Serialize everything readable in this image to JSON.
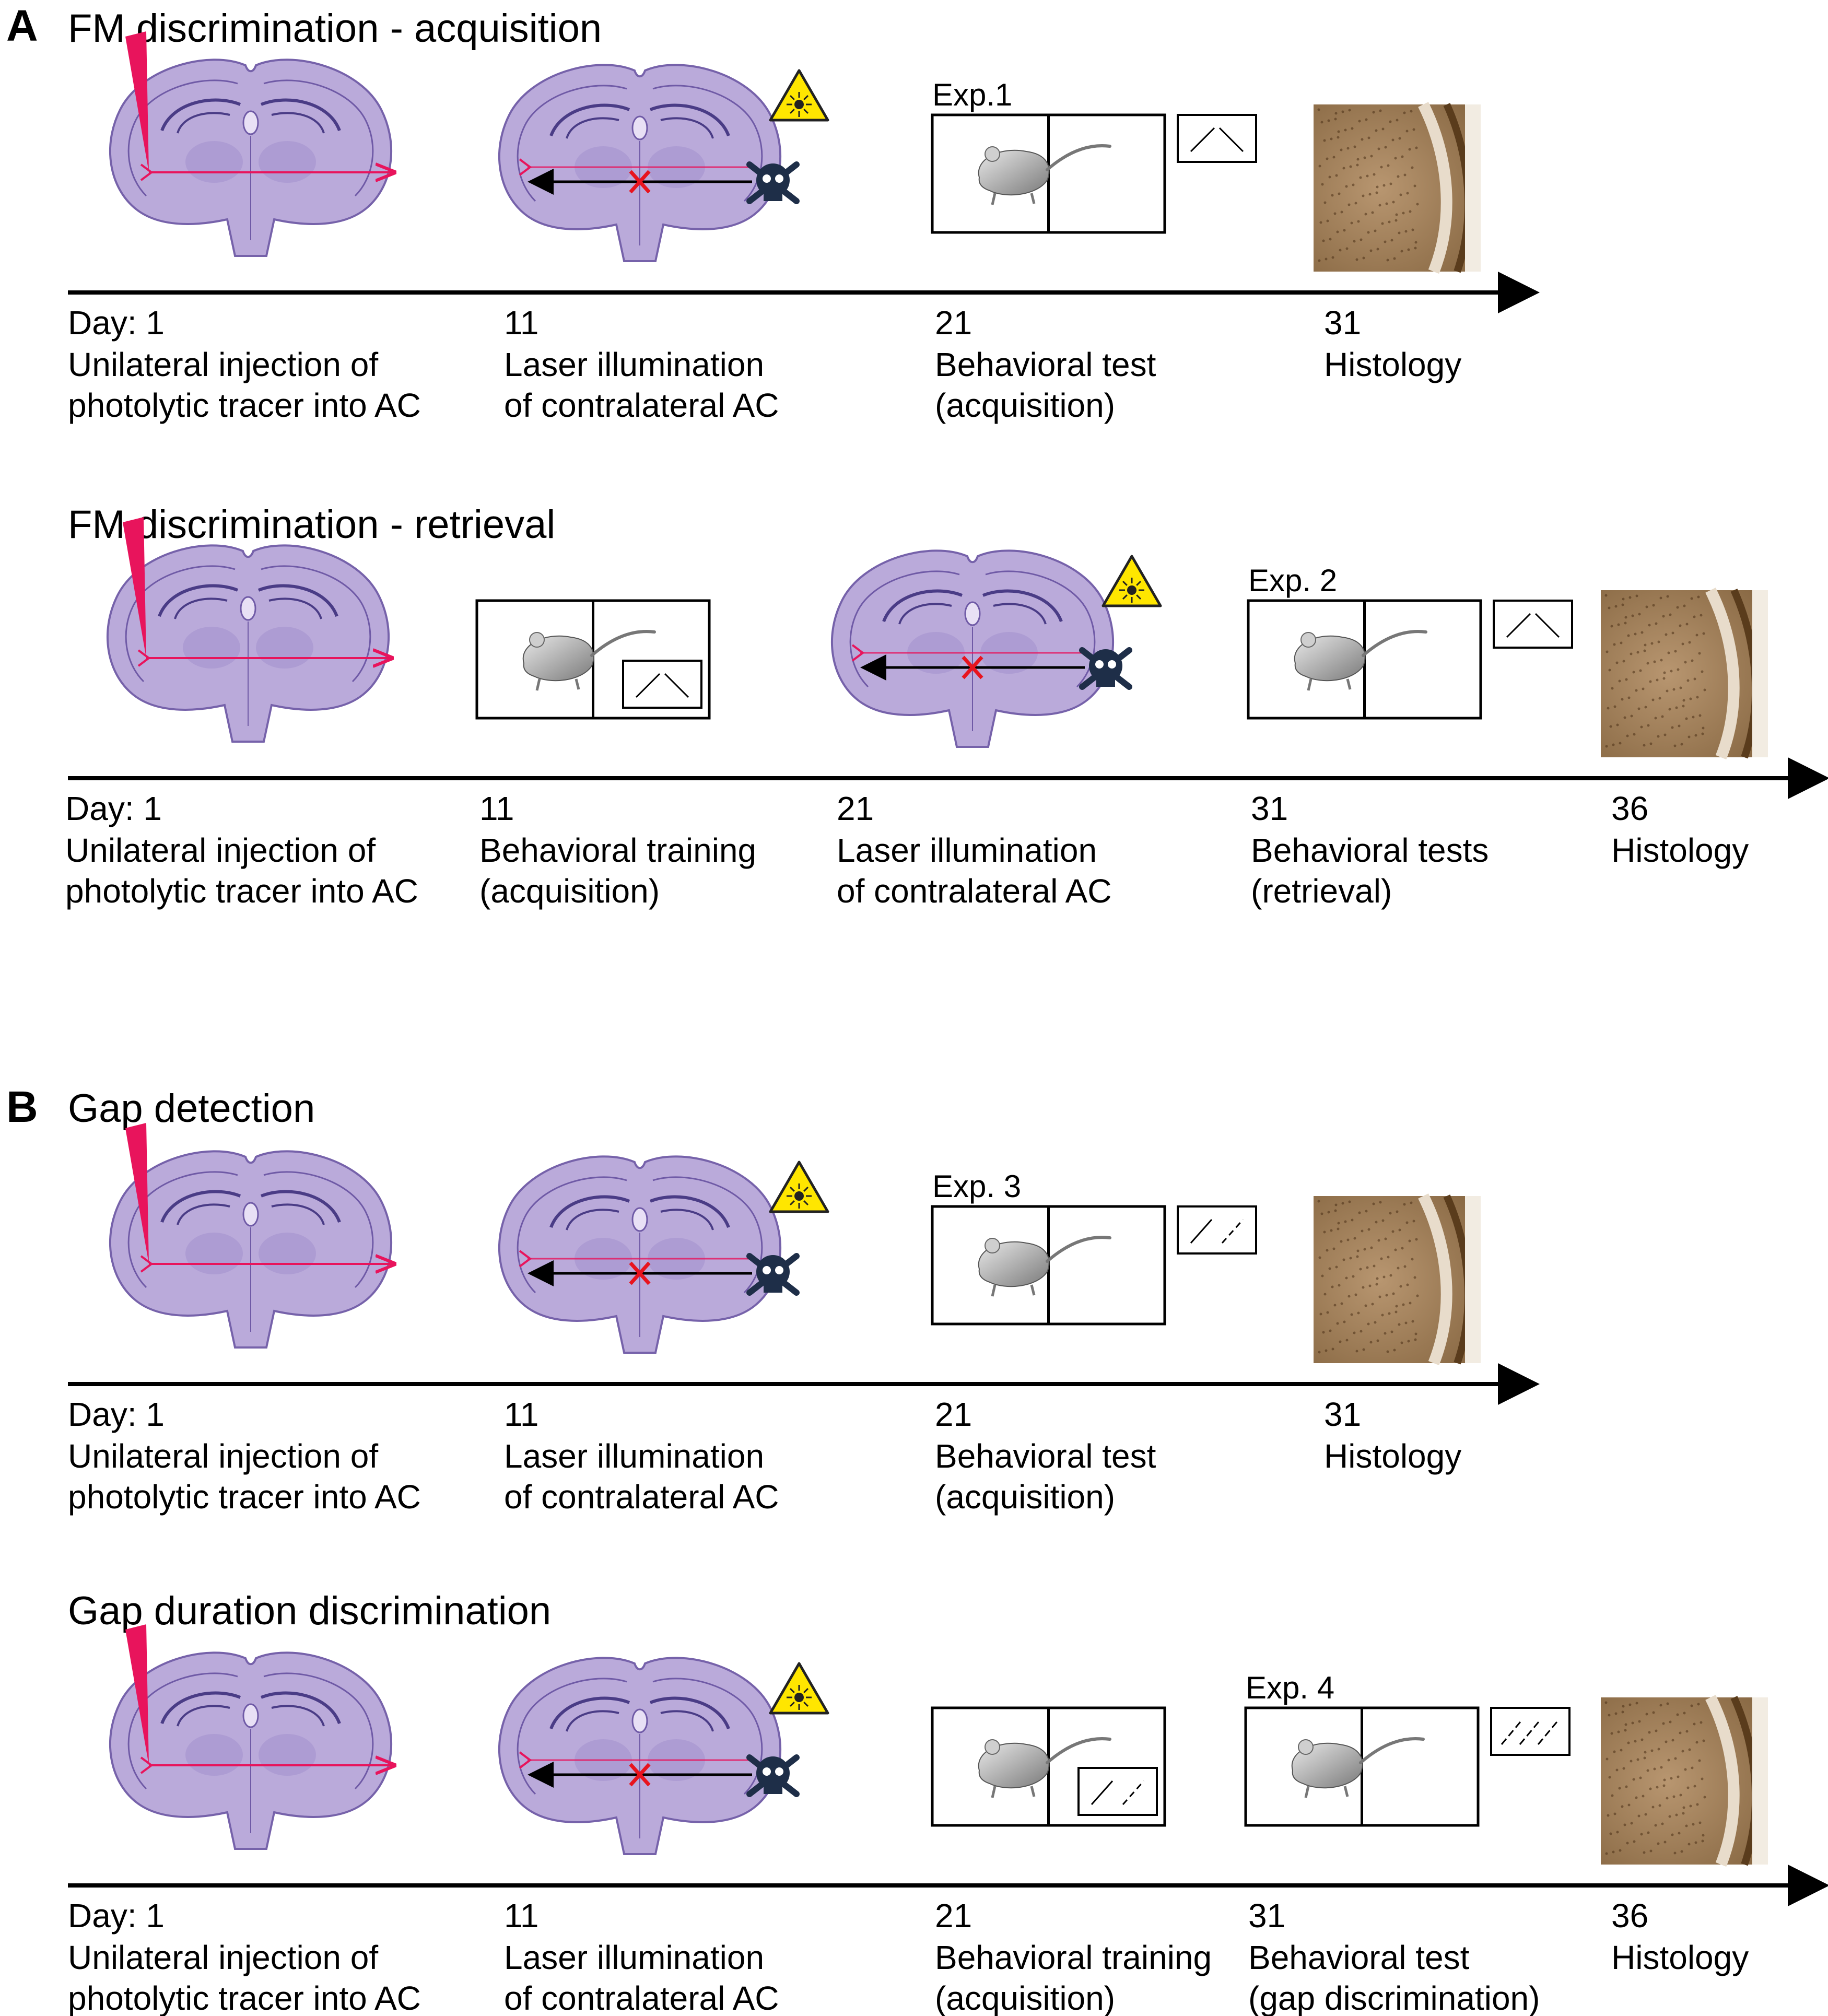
{
  "panels": [
    {
      "letter": "A"
    },
    {
      "letter": "B"
    }
  ],
  "timelines": [
    {
      "title": "FM discrimination - acquisition",
      "events": [
        {
          "day": "Day: 1",
          "lines": [
            "Unilateral injection of",
            "photolytic tracer into AC"
          ],
          "visual": "injection"
        },
        {
          "day": "11",
          "lines": [
            "Laser illumination",
            "of contralateral AC"
          ],
          "visual": "laser"
        },
        {
          "day": "21",
          "lines": [
            "Behavioral test",
            "(acquisition)"
          ],
          "visual": "box",
          "box_label": "Exp.1",
          "stimulus": "fm"
        },
        {
          "day": "31",
          "lines": [
            "Histology"
          ],
          "visual": "histology"
        }
      ]
    },
    {
      "title": "FM discrimination - retrieval",
      "events": [
        {
          "day": "Day: 1",
          "lines": [
            "Unilateral injection of",
            "photolytic tracer into AC"
          ],
          "visual": "injection"
        },
        {
          "day": "11",
          "lines": [
            "Behavioral training",
            "(acquisition)"
          ],
          "visual": "box",
          "stimulus": "fm"
        },
        {
          "day": "21",
          "lines": [
            "Laser illumination",
            "of contralateral AC"
          ],
          "visual": "laser"
        },
        {
          "day": "31",
          "lines": [
            "Behavioral tests",
            "(retrieval)"
          ],
          "visual": "box",
          "box_label": "Exp. 2",
          "stimulus": "fm"
        },
        {
          "day": "36",
          "lines": [
            "Histology"
          ],
          "visual": "histology"
        }
      ]
    },
    {
      "title": "Gap detection",
      "events": [
        {
          "day": "Day: 1",
          "lines": [
            "Unilateral injection of",
            "photolytic tracer into AC"
          ],
          "visual": "injection"
        },
        {
          "day": "11",
          "lines": [
            "Laser illumination",
            "of contralateral AC"
          ],
          "visual": "laser"
        },
        {
          "day": "21",
          "lines": [
            "Behavioral test",
            "(acquisition)"
          ],
          "visual": "box",
          "box_label": "Exp. 3",
          "stimulus": "gap"
        },
        {
          "day": "31",
          "lines": [
            "Histology"
          ],
          "visual": "histology"
        }
      ]
    },
    {
      "title": "Gap duration discrimination",
      "events": [
        {
          "day": "Day: 1",
          "lines": [
            "Unilateral injection of",
            "photolytic tracer into AC"
          ],
          "visual": "injection"
        },
        {
          "day": "11",
          "lines": [
            "Laser illumination",
            "of contralateral AC"
          ],
          "visual": "laser"
        },
        {
          "day": "21",
          "lines": [
            "Behavioral training",
            "(acquisition)"
          ],
          "visual": "box",
          "stimulus": "gap"
        },
        {
          "day": "31",
          "lines": [
            "Behavioral test",
            "(gap discrimination)"
          ],
          "visual": "box",
          "box_label": "Exp. 4",
          "stimulus": "gapdur"
        },
        {
          "day": "36",
          "lines": [
            "Histology"
          ],
          "visual": "histology"
        }
      ]
    }
  ],
  "colors": {
    "brain_fill": "#b7a6d9",
    "brain_stroke": "#6f5aa6",
    "injection": "#e8145c",
    "laser_cross": "#e8141e",
    "warning_fill": "#ffe600",
    "skull": "#1e2e48",
    "mouse": "#aaaaaa",
    "histology": "#9c7a50",
    "axis": "#000000"
  },
  "icons": [
    "brain-section-icon",
    "injection-pipette-icon",
    "laser-warning-icon",
    "skull-icon",
    "mouse-icon",
    "histology-image-icon",
    "stimulus-icon"
  ]
}
